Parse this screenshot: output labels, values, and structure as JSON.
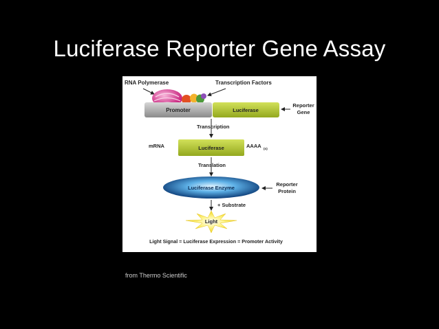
{
  "slide": {
    "title": "Luciferase Reporter Gene Assay",
    "caption": "from Thermo Scientific"
  },
  "diagram": {
    "labels": {
      "rna_polymerase": "RNA Polymerase",
      "transcription_factors": "Transcription Factors",
      "promoter": "Promoter",
      "luciferase_gene": "Luciferase",
      "reporter_gene": [
        "Reporter",
        "Gene"
      ],
      "transcription": "Transcription",
      "mrna": "mRNA",
      "luciferase_mrna": "Luciferase",
      "polya": "AAAA",
      "polya_sub": "(n)",
      "translation": "Translation",
      "enzyme": "Luciferase Enzyme",
      "reporter_protein": [
        "Reporter",
        "Protein"
      ],
      "substrate": "+ Substrate",
      "light": "Light",
      "equation": "Light Signal = Luciferase Expression = Promoter Activity"
    },
    "colors": {
      "promoter": "#9a9a9a",
      "luciferase_box": "#a8bd2a",
      "enzyme": "#1f5f9e",
      "light": "#f7e94a",
      "polymerase": "#e0489c"
    }
  }
}
